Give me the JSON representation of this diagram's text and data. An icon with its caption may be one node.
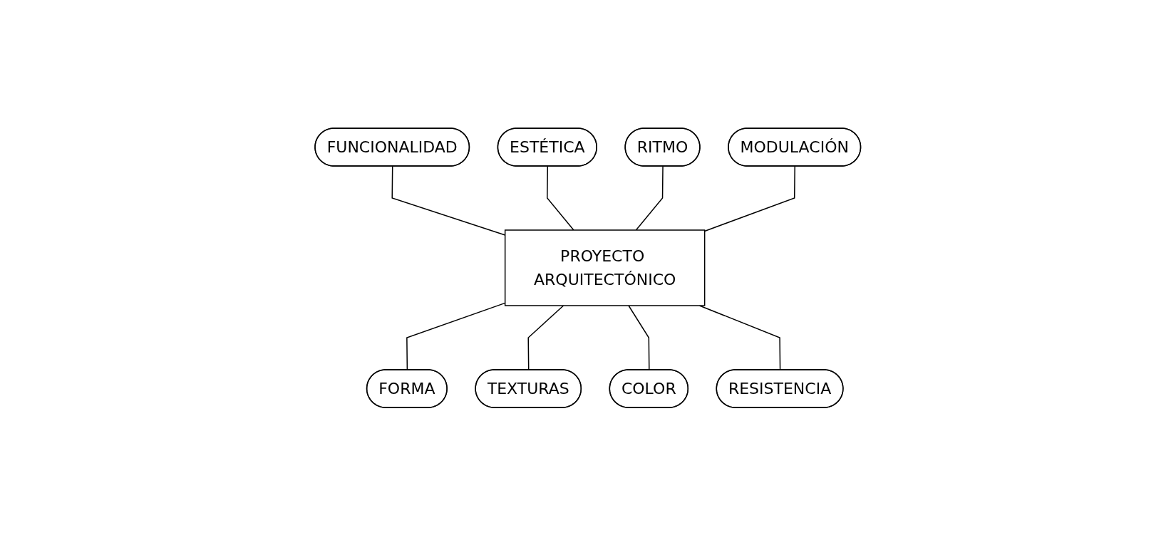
{
  "diagram": {
    "nodes": [
      {
        "text": [
          "FUNCIONALIDAD"
        ]
      },
      {
        "text": [
          "ESTÉTICA"
        ]
      },
      {
        "text": [
          "RITMO"
        ]
      },
      {
        "text": [
          "MODULACIÓN"
        ]
      },
      {
        "text": [
          "PROYECTO ARQUITECTÓNICO"
        ]
      },
      {
        "text": [
          "FORMA"
        ]
      },
      {
        "text": [
          "TEXTURAS"
        ]
      },
      {
        "text": [
          "COLOR"
        ]
      },
      {
        "text": [
          "RESISTENCIA"
        ]
      }
    ],
    "edges": [
      {
        "from": 0,
        "to": 4,
        "arrow": "none"
      },
      {
        "from": 1,
        "to": 4,
        "arrow": "none"
      },
      {
        "from": 2,
        "to": 4,
        "arrow": "none"
      },
      {
        "from": 3,
        "to": 4,
        "arrow": "none"
      },
      {
        "from": 4,
        "to": 5,
        "arrow": "none"
      },
      {
        "from": 4,
        "to": 6,
        "arrow": "none"
      },
      {
        "from": 4,
        "to": 7,
        "arrow": "none"
      },
      {
        "from": 4,
        "to": 8,
        "arrow": "none"
      }
    ]
  }
}
